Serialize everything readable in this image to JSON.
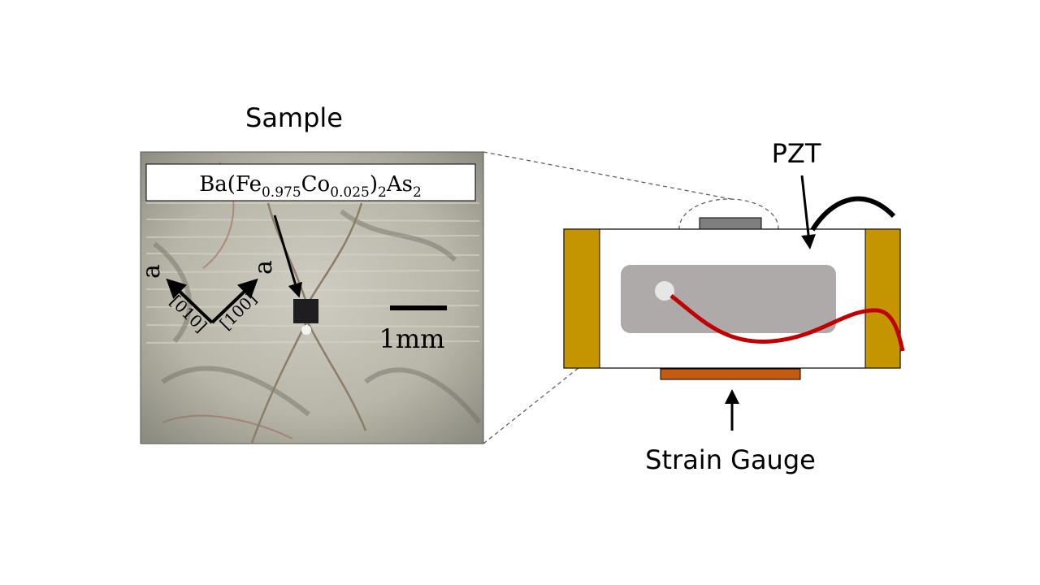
{
  "sample_title": "Sample",
  "formula": {
    "prefix": "Ba(Fe",
    "fe_sub": "0.975",
    "co": "Co",
    "co_sub": "0.025",
    "close": ")",
    "group_sub": "2",
    "as": "As",
    "as_sub": "2"
  },
  "axes": {
    "left_label": "a",
    "left_direction": "[010]",
    "right_label": "a",
    "right_direction": "[100]"
  },
  "scale_bar": "1mm",
  "pzt_label": "PZT",
  "strain_gauge_label": "Strain Gauge",
  "colors": {
    "electrode": "#c49500",
    "strain_gauge": "#c55a11",
    "inner_block": "#aeaaaa",
    "wire_red": "#c00000",
    "top_pad": "#7f7f7f",
    "photo_bg": "#b5b3a6"
  }
}
